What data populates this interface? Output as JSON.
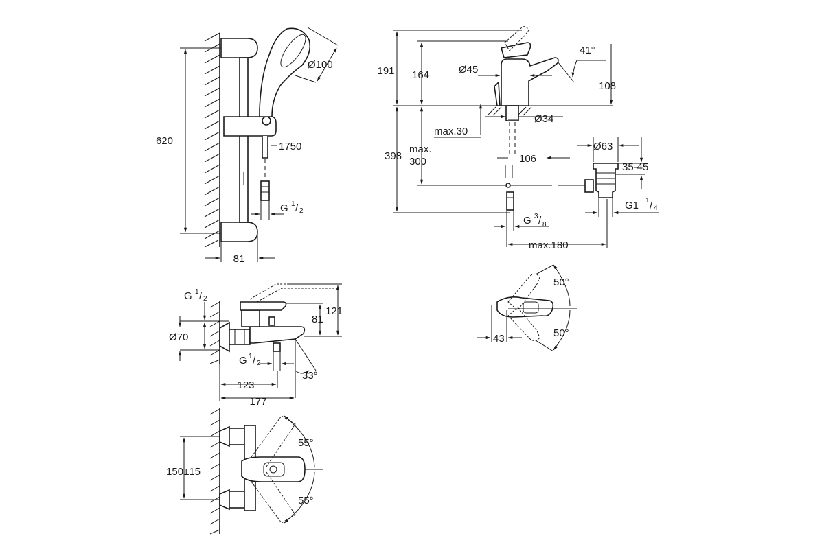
{
  "shower_set": {
    "dim_height": "620",
    "dim_head_diameter": "Ø100",
    "dim_hose": "1750",
    "dim_connection": "G",
    "dim_connection_frac_num": "1",
    "dim_connection_frac_den": "2",
    "dim_depth": "81"
  },
  "basin_mixer": {
    "dim_total_height": "191",
    "dim_spout_height": "164",
    "dim_spout_angle": "41°",
    "dim_body_diameter": "Ø45",
    "dim_reach": "108",
    "dim_hole_diameter": "Ø34",
    "dim_max_deck": "max.30",
    "dim_below_height": "398",
    "dim_max_flex": "max.",
    "dim_max_flex_val": "300",
    "dim_reach_below": "106",
    "dim_waste_diameter": "Ø63",
    "dim_waste_range": "35-45",
    "dim_waste_thread": "G1",
    "dim_waste_frac_num": "1",
    "dim_waste_frac_den": "4",
    "dim_supply_thread": "G",
    "dim_supply_frac_num": "3",
    "dim_supply_frac_den": "8",
    "dim_max_width": "max.180"
  },
  "basin_top_view": {
    "angle_top": "50°",
    "angle_bottom": "50°",
    "dim_offset": "43"
  },
  "bath_mixer_side": {
    "dim_connection": "G",
    "dim_connection_frac_num": "1",
    "dim_connection_frac_den": "2",
    "dim_height_121": "121",
    "dim_height_81": "81",
    "dim_rosette": "Ø70",
    "dim_outlet_thread": "G",
    "dim_outlet_frac_num": "1",
    "dim_outlet_frac_den": "2",
    "dim_spout_angle": "33°",
    "dim_depth_123": "123",
    "dim_depth_177": "177"
  },
  "bath_mixer_top": {
    "dim_centres": "150±15",
    "angle_top": "55°",
    "angle_bottom": "55°"
  }
}
